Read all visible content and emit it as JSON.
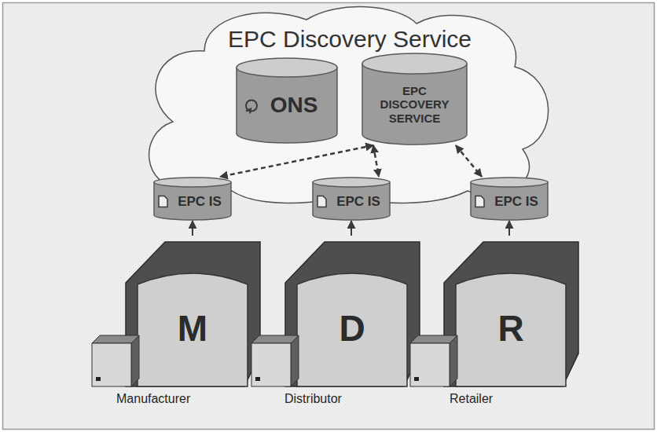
{
  "diagram": {
    "nodes": [
      {
        "text": [
          "EPC Discovery Service"
        ]
      },
      {
        "text": [
          "ONS"
        ],
        "in": 0
      },
      {
        "text": [
          "EPC DISCOVERY SERVICE"
        ],
        "in": 0
      },
      {
        "text": [
          "EPC IS"
        ]
      },
      {
        "text": [
          "M",
          "Manufacturer"
        ]
      },
      {
        "text": [
          "EPC IS"
        ]
      },
      {
        "text": [
          "D",
          "Distributor"
        ]
      },
      {
        "text": [
          "EPC IS"
        ]
      },
      {
        "text": [
          "R",
          "Retailer"
        ]
      }
    ],
    "edges": [
      {
        "from": 2,
        "to": 3,
        "arrow": "both"
      },
      {
        "from": 2,
        "to": 5,
        "arrow": "both"
      },
      {
        "from": 2,
        "to": 7,
        "arrow": "both"
      },
      {
        "from": 4,
        "to": 3,
        "arrow": "to"
      },
      {
        "from": 6,
        "to": 5,
        "arrow": "to"
      },
      {
        "from": 8,
        "to": 7,
        "arrow": "to"
      }
    ]
  }
}
